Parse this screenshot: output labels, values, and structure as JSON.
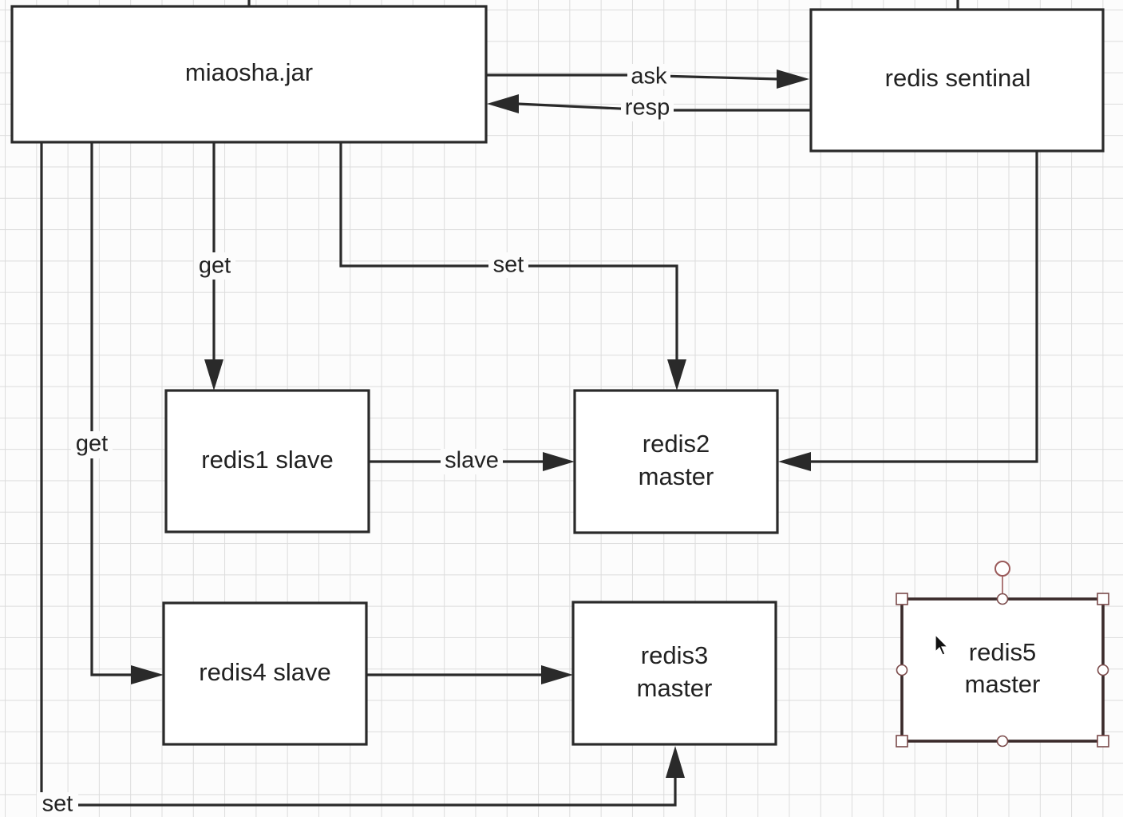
{
  "diagram": {
    "nodes": {
      "miaosha": "miaosha.jar",
      "sentinal": "redis sentinal",
      "redis1_slave": "redis1 slave",
      "redis2_master_l1": "redis2",
      "redis2_master_l2": "master",
      "redis4_slave": "redis4 slave",
      "redis3_master_l1": "redis3",
      "redis3_master_l2": "master",
      "redis5_master_l1": "redis5",
      "redis5_master_l2": "master"
    },
    "edges": {
      "ask": "ask",
      "resp": "resp",
      "get_redis1": "get",
      "get_redis4": "get",
      "set_redis2": "set",
      "set_redis3": "set",
      "slave_redis1_to_redis2": "slave"
    }
  }
}
